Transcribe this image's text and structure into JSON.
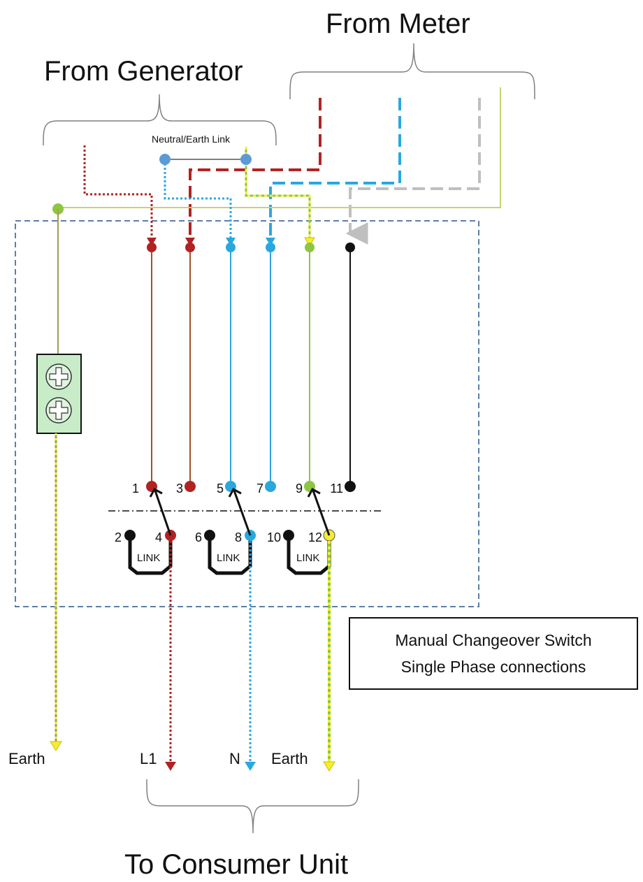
{
  "labels": {
    "from_generator": "From Generator",
    "from_meter": "From Meter",
    "neutral_earth_link": "Neutral/Earth Link",
    "to_consumer_unit": "To Consumer Unit",
    "caption_line1": "Manual Changeover Switch",
    "caption_line2": "Single Phase connections",
    "earth_left": "Earth",
    "l1": "L1",
    "n": "N",
    "earth_right": "Earth",
    "link": "LINK"
  },
  "terminals": {
    "top_row": [
      "1",
      "3",
      "5",
      "7",
      "9",
      "11"
    ],
    "bottom_row": [
      "2",
      "4",
      "6",
      "8",
      "10",
      "12"
    ]
  },
  "colors": {
    "live": "#b22222",
    "neutral": "#29a8e0",
    "earth_green": "#8dc63f",
    "earth_yellow": "#f5ee30",
    "meter_earth": "#bfbfbf",
    "link_black": "#111111",
    "enclosure": "#5b7fa6",
    "node_blue": "#5b9bd5",
    "brace": "#808080"
  }
}
